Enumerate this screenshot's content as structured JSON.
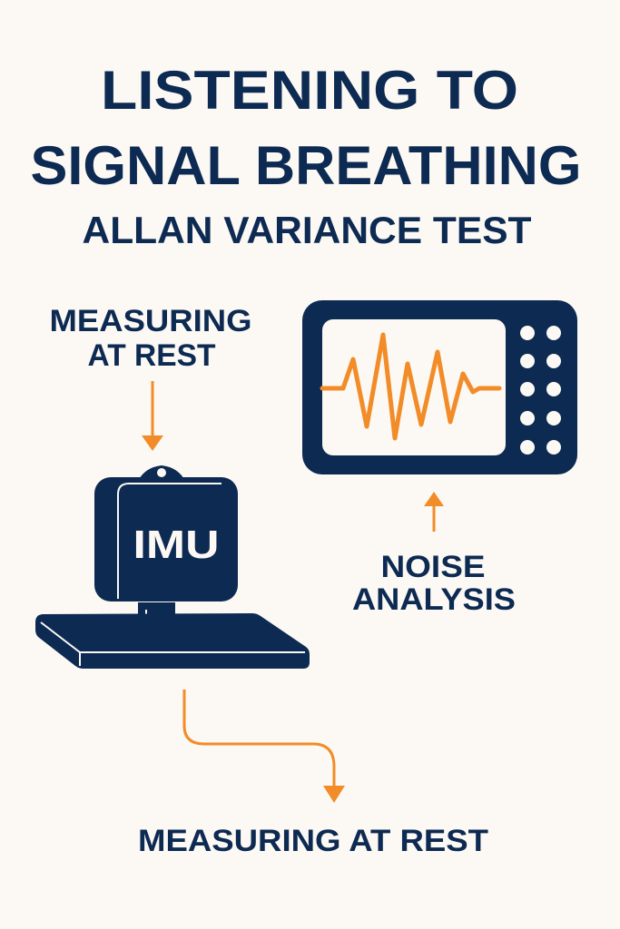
{
  "title": {
    "line1": "LISTENING TO",
    "line2": "SIGNAL BREATHING"
  },
  "subtitle": "ALLAN VARIANCE TEST",
  "labels": {
    "measuring_top_line1": "MEASURING",
    "measuring_top_line2": "AT REST",
    "imu": "IMU",
    "noise_line1": "NOISE",
    "noise_line2": "ANALYSIS",
    "measuring_bottom": "MEASURING AT REST"
  },
  "colors": {
    "navy": "#0d2a52",
    "orange": "#f28c28",
    "background": "#fcf9f4"
  }
}
